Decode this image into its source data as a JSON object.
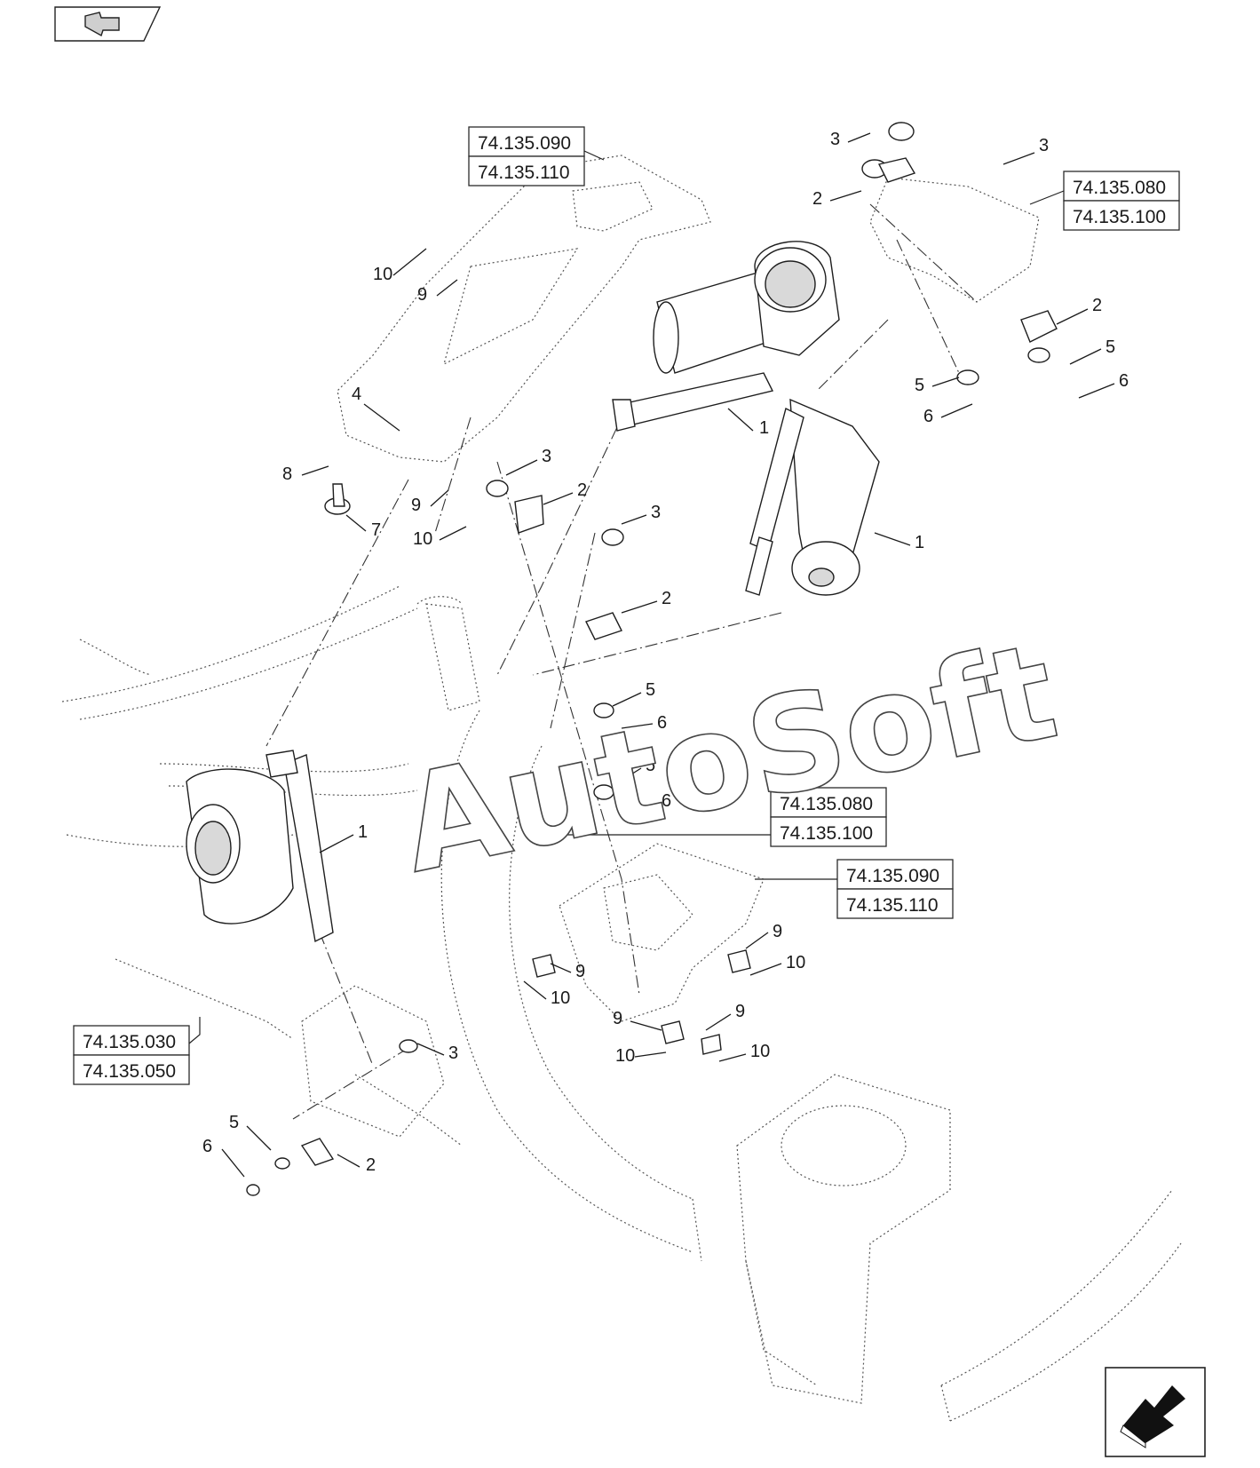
{
  "navigation": {
    "back_icon": "arrow-back-icon",
    "next_icon": "arrow-next-icon"
  },
  "watermark": "AutoSoft",
  "ref_boxes": [
    {
      "top": "74.135.090",
      "bottom": "74.135.110"
    },
    {
      "top": "74.135.080",
      "bottom": "74.135.100"
    },
    {
      "top": "74.135.080",
      "bottom": "74.135.100"
    },
    {
      "top": "74.135.090",
      "bottom": "74.135.110"
    },
    {
      "top": "74.135.030",
      "bottom": "74.135.050"
    }
  ],
  "callouts": [
    "3",
    "3",
    "2",
    "2",
    "5",
    "6",
    "5",
    "6",
    "10",
    "9",
    "4",
    "8",
    "7",
    "1",
    "1",
    "9",
    "10",
    "3",
    "2",
    "3",
    "2",
    "5",
    "6",
    "5",
    "6",
    "1",
    "9",
    "10",
    "9",
    "10",
    "9",
    "10",
    "9",
    "10",
    "3",
    "5",
    "6",
    "2"
  ]
}
